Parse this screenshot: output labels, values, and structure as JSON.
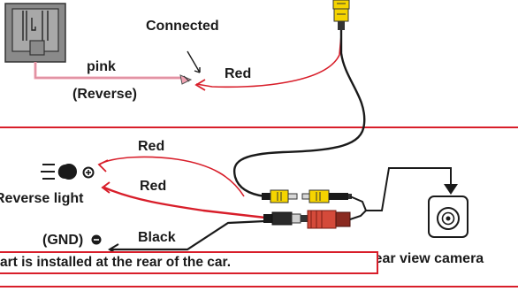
{
  "labels": {
    "connected": "Connected",
    "pink": "pink",
    "reverse_paren": "(Reverse)",
    "red_top": "Red",
    "red_light": "Red",
    "red_power": "Red",
    "reverse_light": "Reverse light",
    "black": "Black",
    "gnd": "(GND)",
    "rear_camera": "Rear view camera",
    "note": "art is installed at the rear of the car."
  },
  "colors": {
    "red": "#d81e2a",
    "pink": "#f2a3b3",
    "black": "#1a1a1a",
    "yellow": "#f5d400"
  }
}
